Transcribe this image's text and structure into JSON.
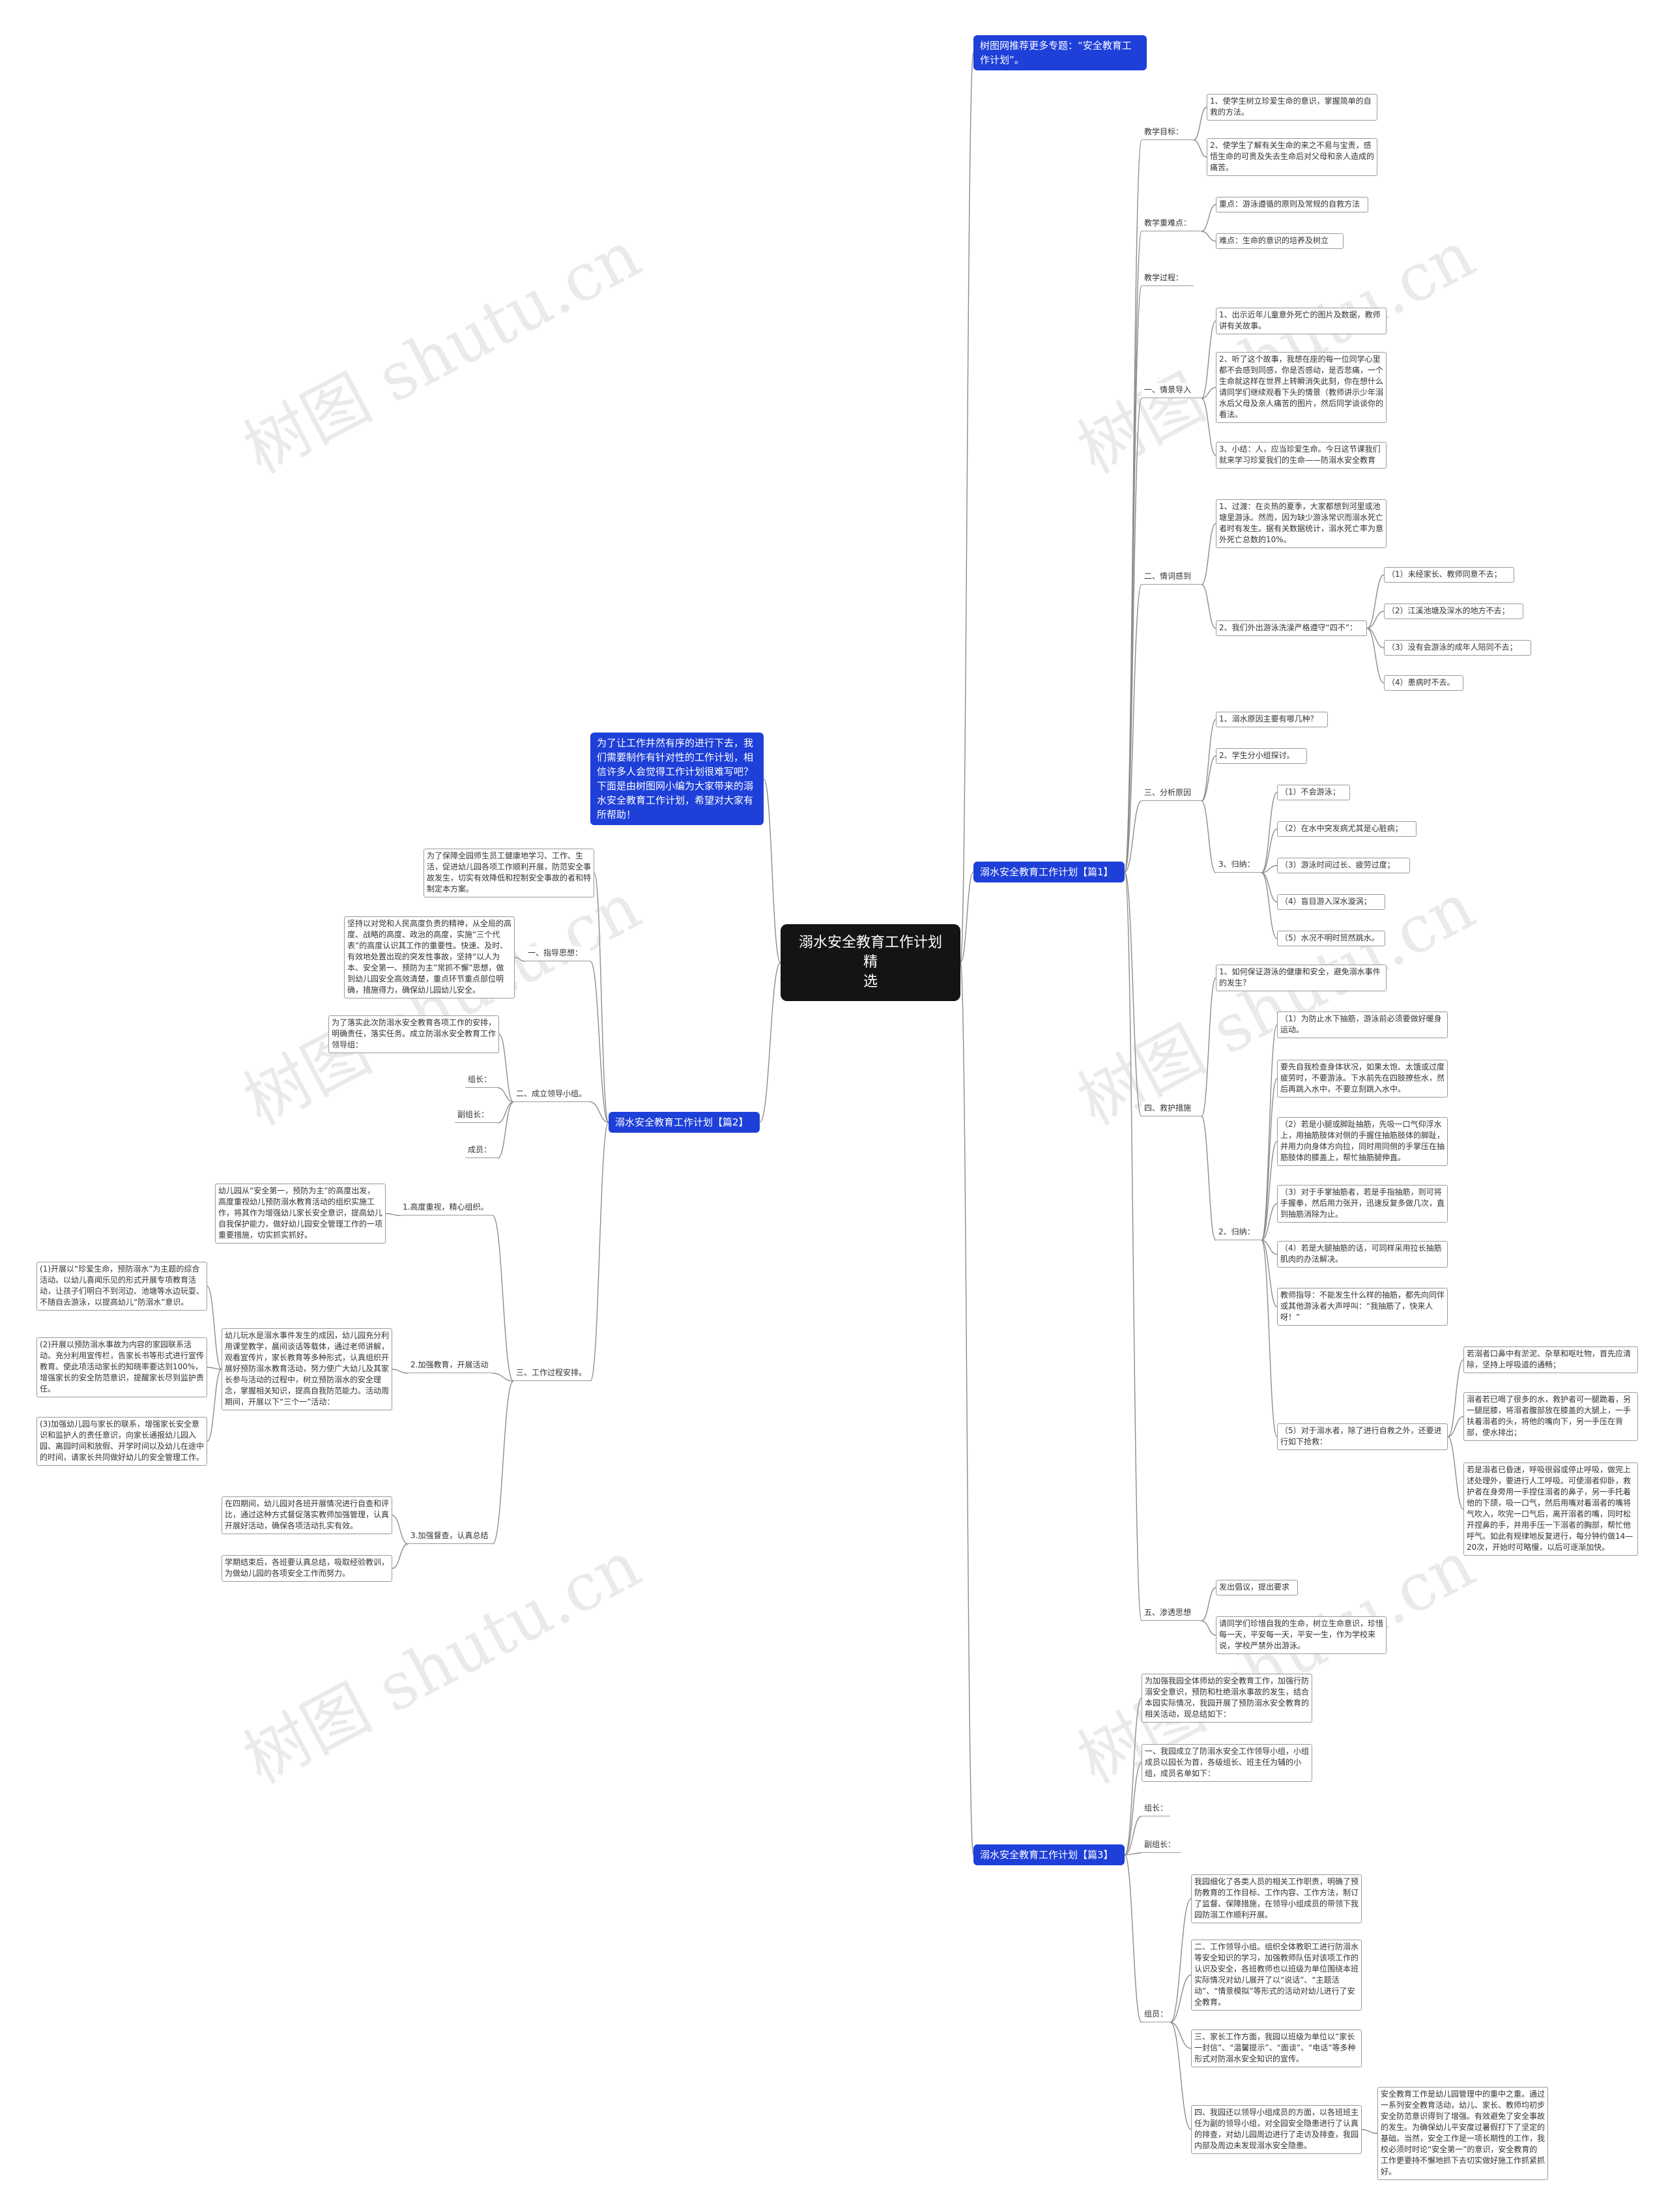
{
  "root": {
    "id": "root",
    "text": "溺水安全教育工作计划精\n选"
  },
  "top_notice": "树图网推荐更多专题：“安全教育工作计划”。",
  "intro": "为了让工作井然有序的进行下去，我们需要制作有针对性的工作计划，相信许多人会觉得工作计划很难写吧？下面是由树图网小编为大家带来的溺水安全教育工作计划，希望对大家有所帮助！",
  "watermark": "树图 shutu.cn",
  "nodes": [
    {
      "id": "p1",
      "text": "溺水安全教育工作计划【篇1】"
    },
    {
      "id": "p2",
      "text": "溺水安全教育工作计划【篇2】"
    },
    {
      "id": "p3",
      "text": "溺水安全教育工作计划【篇3】"
    },
    {
      "id": "a1",
      "text": "教学目标："
    },
    {
      "id": "a1a",
      "text": "1、使学生树立珍爱生命的意识，掌握简单的自救的方法。"
    },
    {
      "id": "a1b",
      "text": "2、使学生了解有关生命的来之不易与宝贵，感悟生命的可贵及失去生命后对父母和亲人造成的痛苦。"
    },
    {
      "id": "a2",
      "text": "教学重难点："
    },
    {
      "id": "a2a",
      "text": "重点：游泳遵循的原则及常规的自救方法"
    },
    {
      "id": "a2b",
      "text": "难点：生命的意识的培养及树立"
    },
    {
      "id": "a3",
      "text": "教学过程："
    },
    {
      "id": "a4",
      "text": "一、情景导入"
    },
    {
      "id": "a4a",
      "text": "1、出示近年儿童意外死亡的图片及数据，教师讲有关故事。"
    },
    {
      "id": "a4b",
      "text": "2、听了这个故事，我想在座的每一位同学心里都不会感到同感，你是否感动，是否悲痛，一个生命就这样在世界上转瞬消失此刻，你在想什么请同学们继续观看下头的情景（教师讲示少年溺水后父母及亲人痛苦的图片，然后同学谈谈你的看法。"
    },
    {
      "id": "a4c",
      "text": "3、小结：人，应当珍爱生命。今日这节课我们就来学习珍爱我们的生命——防溺水安全教育"
    },
    {
      "id": "a5",
      "text": "二、情词感到"
    },
    {
      "id": "a5a",
      "text": "1、过渡：在炎热的夏季，大家都想到河里或池塘里游泳。然而，因为缺少游泳常识而溺水死亡者时有发生。据有关数据统计，溺水死亡率为意外死亡总数的10%。"
    },
    {
      "id": "a5b",
      "text": "2、我们外出游泳洗澡严格遵守“四不”："
    },
    {
      "id": "a5b1",
      "text": "（1）未经家长、教师同意不去；"
    },
    {
      "id": "a5b2",
      "text": "（2）江溪池塘及深水的地方不去；"
    },
    {
      "id": "a5b3",
      "text": "（3）没有会游泳的成年人陪同不去；"
    },
    {
      "id": "a5b4",
      "text": "（4）患病时不去。"
    },
    {
      "id": "a6",
      "text": "三、分析原因"
    },
    {
      "id": "a6a",
      "text": "1、溺水原因主要有哪几种？"
    },
    {
      "id": "a6b",
      "text": "2、学生分小组探讨。"
    },
    {
      "id": "a6c",
      "text": "3、归纳："
    },
    {
      "id": "a6c1",
      "text": "（1）不会游泳；"
    },
    {
      "id": "a6c2",
      "text": "（2）在水中突发病尤其是心脏病；"
    },
    {
      "id": "a6c3",
      "text": "（3）游泳时间过长、疲劳过度；"
    },
    {
      "id": "a6c4",
      "text": "（4）盲目游入深水漩涡；"
    },
    {
      "id": "a6c5",
      "text": "（5）水况不明时贸然跳水。"
    },
    {
      "id": "a7",
      "text": "四、救护措施"
    },
    {
      "id": "a7a",
      "text": "1、如何保证游泳的健康和安全，避免溺水事件的发生？"
    },
    {
      "id": "a7b",
      "text": "2、归纳："
    },
    {
      "id": "a7b1",
      "text": "（1）为防止水下抽筋，游泳前必须要做好暖身运动。"
    },
    {
      "id": "a7b2",
      "text": "要先自我检查身体状况，如果太饱、太饿或过度疲劳时，不要游泳。下水前先在四肢撩些水，然后再跳入水中，不要立刻跳入水中。"
    },
    {
      "id": "a7b3",
      "text": "（2）若是小腿或脚趾抽筋，先吸一口气仰浮水上，用抽筋肢体对侧的手握住抽筋肢体的脚趾，并用力向身体方向拉，同时用同侧的手掌压在抽筋肢体的膝盖上，帮忙抽筋腿伸直。"
    },
    {
      "id": "a7b4",
      "text": "（3）对于手掌抽筋者，若是手指抽筋，则可将手握拳，然后用力张开，迅速反复多做几次，直到抽筋消除为止。"
    },
    {
      "id": "a7b5",
      "text": "（4）若是大腿抽筋的话，可同样采用拉长抽筋肌肉的办法解决。"
    },
    {
      "id": "a7b6",
      "text": "教师指导：不能发生什么样的抽筋，都先向同伴或其他游泳者大声呼叫：“我抽筋了，快来人呀！”"
    },
    {
      "id": "a7b7",
      "text": "（5）对于溺水者，除了进行自救之外，还要进行如下抢救："
    },
    {
      "id": "a7b7a",
      "text": "若溺者口鼻中有淤泥、杂草和呕吐物，首先应清除，坚持上呼吸道的通畅；"
    },
    {
      "id": "a7b7b",
      "text": "溺者若已喝了很多的水，救护者可一腿跪着，另一腿屈膝，将溺者腹部放在膝盖的大腿上，一手扶着溺者的头，将他的嘴向下，另一手压在背部，使水排出；"
    },
    {
      "id": "a7b7c",
      "text": "若是溺者已昏迷，呼吸很弱或停止呼吸，做完上述处理外，要进行人工呼吸。可使溺者仰卧，救护者在身旁用一手捏住溺者的鼻子，另一手托着他的下颌，吸一口气，然后用嘴对着溺者的嘴将气吹入，吹完一口气后，离开溺者的嘴，同时松开捏鼻的手，并用手压一下溺者的胸部，帮忙他呼气。如此有规律地反复进行，每分钟约做14—20次，开始时可略慢，以后可逐渐加快。"
    },
    {
      "id": "a8",
      "text": "五、渗透思想"
    },
    {
      "id": "a8a",
      "text": "发出倡议，提出要求"
    },
    {
      "id": "a8b",
      "text": "请同学们珍惜自我的生命，树立生命意识，珍惜每一天，平安每一天，平安一生，作为学校来说，学校严禁外出游泳。"
    },
    {
      "id": "b0",
      "text": "为了保障全园师生员工健康地学习、工作、生活，促进幼儿园各项工作顺利开展，防范安全事故发生，切实有效降低和控制安全事故的者和特制定本方案。"
    },
    {
      "id": "b1",
      "text": "一、指导思想："
    },
    {
      "id": "b1a",
      "text": "坚持以对党和人民高度负责的精神，从全局的高度、战略的高度、政治的高度，实施“三个代表”的高度认识其工作的重要性。快速、及时、有效地处置出现的突发性事故，坚持“以人为本、安全第一、预防为主”常抓不懈”思想，做到幼儿园安全高效清楚，重点环节重点部位明确，措施得力，确保幼儿园幼儿安全。"
    },
    {
      "id": "b2",
      "text": "二、成立领导小组。"
    },
    {
      "id": "b2a",
      "text": "为了落实此次防溺水安全教育各项工作的安排，明确责任，落实任务。成立防溺水安全教育工作领导组："
    },
    {
      "id": "b2b",
      "text": "组长："
    },
    {
      "id": "b2c",
      "text": "副组长："
    },
    {
      "id": "b2d",
      "text": "成员："
    },
    {
      "id": "b3",
      "text": "三、工作过程安排。"
    },
    {
      "id": "b3a",
      "text": "1.高度重视，精心组织。"
    },
    {
      "id": "b3a1",
      "text": "幼儿园从“安全第一，预防为主”的高度出发，高度重视幼儿预防溺水教育活动的组织实施工作，将其作为增强幼儿家长安全意识，提高幼儿自我保护能力，做好幼儿园安全管理工作的一项重要措施，切实抓实抓好。"
    },
    {
      "id": "b3b",
      "text": "2.加强教育，开展活动"
    },
    {
      "id": "b3b0",
      "text": "幼儿玩水是溺水事件发生的成因，幼儿园充分利用课堂教学，晨间谈话等载体，通过老师讲解，观看宣传片，家长教育等多种形式，认真组织开展好预防溺水教育活动，努力使广大幼儿及其家长参与活动的过程中，树立预防溺水的安全理念，掌握相关知识，提高自我防范能力。活动周期间，开展以下“三个一”活动："
    },
    {
      "id": "b3b1",
      "text": "(1)开展以“珍爱生命，预防溺水”为主题的综合活动。以幼儿喜闻乐见的形式开展专项教育活动，让孩子们明白不到河边、池塘等水边玩耍、不随自去游泳，以提高幼儿“防溺水”意识。"
    },
    {
      "id": "b3b2",
      "text": "(2)开展以预防溺水事故为内容的家园联系活动。充分利用宣传栏，告家长书等形式进行宣传教育。使此项活动家长的知晓率要达到100%，增强家长的安全防范意识，提醒家长尽到监护责任。"
    },
    {
      "id": "b3b3",
      "text": "(3)加强幼儿园与家长的联系，增强家长安全意识和监护人的责任意识，向家长通报幼儿园入园、离园时间和放假、开学时间以及幼儿在途中的时间，请家长共同做好幼儿的安全管理工作。"
    },
    {
      "id": "b3c",
      "text": "3.加强督查，认真总结"
    },
    {
      "id": "b3c1",
      "text": "在四期间，幼儿园对各班开展情况进行自查和评比，通过这种方式督促落实教师加强管理，认真开展好活动，确保各项活动扎实有效。"
    },
    {
      "id": "b3c2",
      "text": "学期结束后，各班要认真总结，吸取经验教训，为做幼儿园的各项安全工作而努力。"
    },
    {
      "id": "c0",
      "text": "为加强我园全体师幼的安全教育工作，加强行防溺安全意识，预防和杜绝溺水事故的发生，结合本园实际情况，我园开展了预防溺水安全教育的相关活动，现总结如下："
    },
    {
      "id": "c1",
      "text": "一、我园成立了防溺水安全工作领导小组，小组成员以园长为首，各级组长、班主任为辅的小组，成员名单如下："
    },
    {
      "id": "c2",
      "text": "组长："
    },
    {
      "id": "c3",
      "text": "副组长："
    },
    {
      "id": "c4",
      "text": "组员："
    },
    {
      "id": "c4a",
      "text": "我园细化了各类人员的相关工作职责，明确了预防教育的工作目标、工作内容、工作方法，制订了监督、保障措施，在领导小组成员的带领下我园防溺工作顺利开展。"
    },
    {
      "id": "c4b",
      "text": "二、工作领导小组。组织全体教职工进行防溺水等安全知识的学习，加强教师队伍对该项工作的认识及安全，各班教师也以班级为单位围绕本班实际情况对幼儿展开了以“说话”、“主题活动”、“情景模拟”等形式的活动对幼儿进行了安全教育。"
    },
    {
      "id": "c4c",
      "text": "三、家长工作方面，我园以班级为单位以“家长一封信”、“温馨提示”、“面谈”、“电话”等多种形式对防溺水安全知识的宣传。"
    },
    {
      "id": "c4d",
      "text": "四、我园还以领导小组成员的方面，以各班班主任为副的领导小组，对全园安全隐患进行了认真的排查，对幼儿园周边进行了走访及排查，我园内部及周边未发现溺水安全隐患。"
    },
    {
      "id": "c4d1",
      "text": "安全教育工作是幼儿园管理中的重中之重。通过一系列安全教育活动，幼儿、家长、教师均初步安全防范意识得到了增强。有效避免了安全事故的发生。为确保幼儿平安度过暑假打下了坚定的基础。当然，安全工作是一项长期性的工作，我校必须时时论“安全第一”的意识，安全教育的工作更要持不懈地抓下去切实做好施工作抓紧抓好。"
    }
  ]
}
